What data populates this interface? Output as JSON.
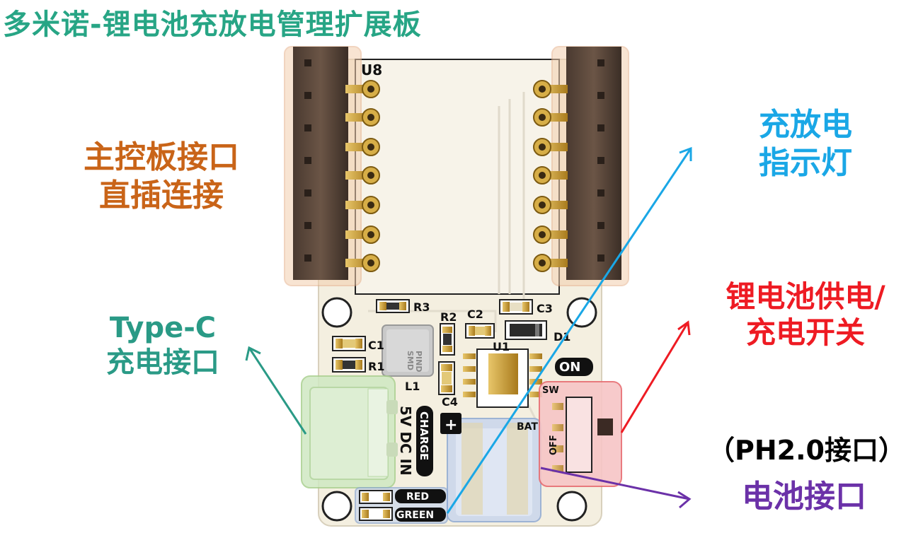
{
  "title": "多米诺-锂电池充放电管理扩展板",
  "callouts": {
    "host_connector": [
      "主控板接口",
      "直插连接"
    ],
    "typec": [
      "Type-C",
      "充电接口"
    ],
    "led": [
      "充放电",
      "指示灯"
    ],
    "switch": [
      "锂电池供电/",
      "充电开关"
    ],
    "ph_note": "（PH2.0接口）",
    "battery": "电池接口"
  },
  "silkscreen": {
    "u8": "U8",
    "r3": "R3",
    "c2": "C2",
    "c3": "C3",
    "r2": "R2",
    "c1": "C1",
    "r1": "R1",
    "u1": "U1",
    "d1": "D1",
    "l1": "L1",
    "c4": "C4",
    "smd_line1": "SMD",
    "smd_line2": "PIND",
    "on": "ON",
    "sw": "SW",
    "off": "OFF",
    "charge": "CHARGE",
    "dcin": "5V DC IN",
    "bat": "BAT",
    "plus": "+",
    "red": "RED",
    "green": "GREEN"
  },
  "colors": {
    "title": "#27a585",
    "host_connector": "#c96418",
    "typec": "#2a9a86",
    "led": "#1aa7e6",
    "switch": "#ee1b23",
    "battery": "#6b31a8",
    "board": "#f4efe0",
    "pad_gold": "#c9a23a"
  }
}
